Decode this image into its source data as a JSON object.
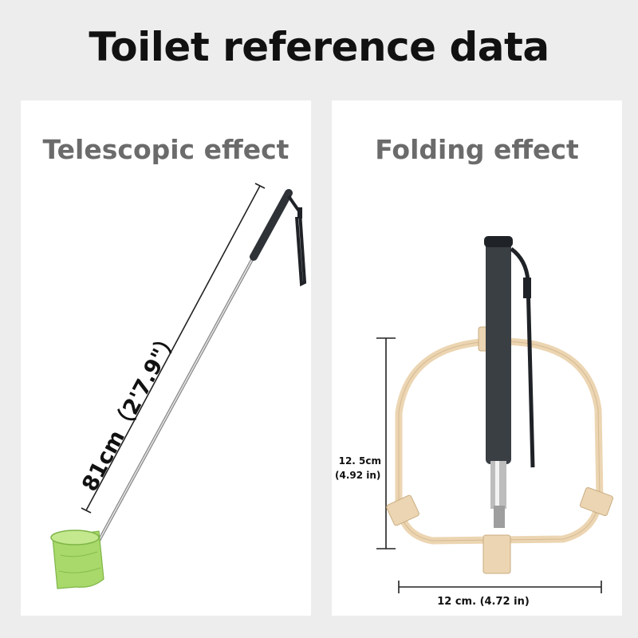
{
  "title": "Toilet reference data",
  "left_panel": {
    "heading": "Telescopic effect",
    "length_label": "81cm（2'7.9\"）"
  },
  "right_panel": {
    "heading": "Folding effect",
    "height_label_cm": "12. 5cm",
    "height_label_in": "(4.92 in)",
    "width_label": "12 cm.  (4.72 in)"
  },
  "colors": {
    "background": "#ededed",
    "panel": "#ffffff",
    "heading_gray": "#6b6b6b",
    "bag_green": "#a8d96a",
    "ring_beige": "#ecd5b2",
    "handle_dark": "#3a3f44"
  }
}
